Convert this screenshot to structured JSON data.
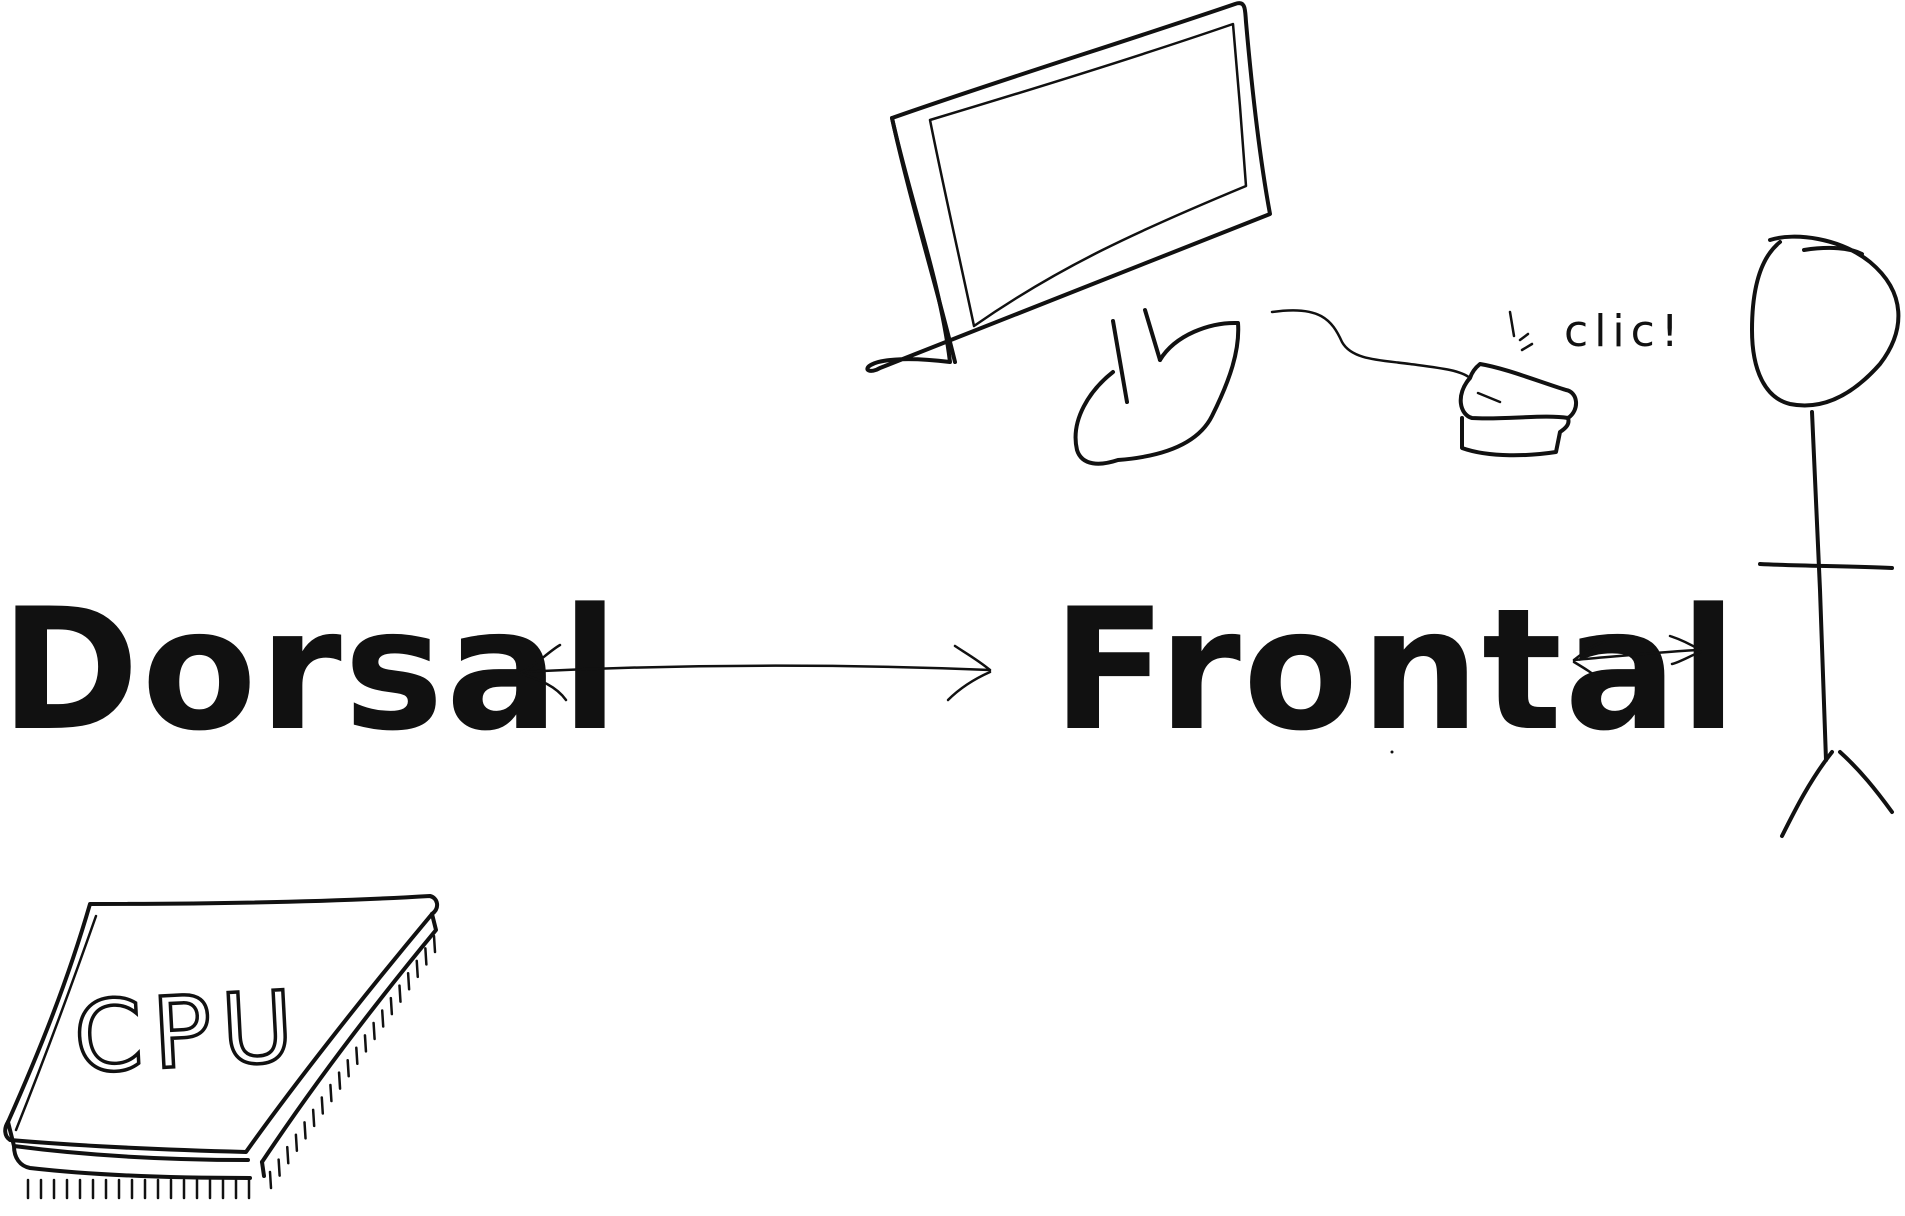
{
  "diagram": {
    "nodes": [
      {
        "id": "dorsal",
        "label": "Dorsal"
      },
      {
        "id": "frontal",
        "label": "Frontal"
      }
    ],
    "edges": [
      {
        "from": "dorsal",
        "to": "frontal",
        "direction": "bidirectional"
      },
      {
        "from": "frontal",
        "to": "user",
        "direction": "bidirectional"
      }
    ],
    "illustrations": {
      "monitor": {
        "icon": "computer-monitor-icon"
      },
      "mouse": {
        "icon": "computer-mouse-icon",
        "sound_label": "clic!"
      },
      "user": {
        "icon": "stick-figure-icon"
      },
      "cpu": {
        "icon": "cpu-chip-icon",
        "label": "CPU"
      }
    },
    "ink_color": "#111111",
    "background_color": "#ffffff"
  }
}
